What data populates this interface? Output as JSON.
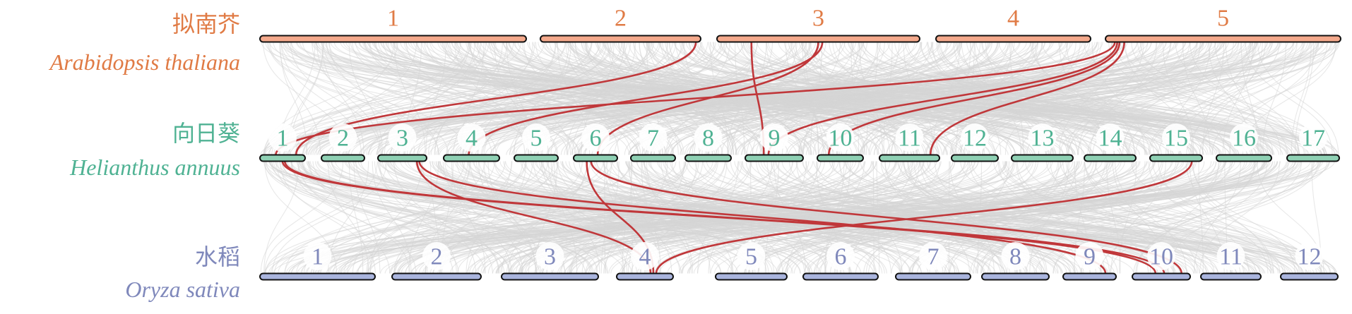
{
  "tracks": [
    {
      "key": "arabidopsis",
      "chinese_name": "拟南芥",
      "latin_name": "Arabidopsis thaliana",
      "color": "#e07b45",
      "fill": "#f4a98c",
      "chromosomes": [
        "1",
        "2",
        "3",
        "4",
        "5"
      ]
    },
    {
      "key": "helianthus",
      "chinese_name": "向日葵",
      "latin_name": "Helianthus annuus",
      "color": "#4fb293",
      "fill": "#8fd1b4",
      "chromosomes": [
        "1",
        "2",
        "3",
        "4",
        "5",
        "6",
        "7",
        "8",
        "9",
        "10",
        "11",
        "12",
        "13",
        "14",
        "15",
        "16",
        "17"
      ]
    },
    {
      "key": "oryza",
      "chinese_name": "水稻",
      "latin_name": "Oryza sativa",
      "color": "#7f88bb",
      "fill": "#a9b4dd",
      "chromosomes": [
        "1",
        "2",
        "3",
        "4",
        "5",
        "6",
        "7",
        "8",
        "9",
        "10",
        "11",
        "12"
      ]
    }
  ],
  "link_colors": {
    "highlight": "#c0373a",
    "background": "#d6d6d6"
  }
}
